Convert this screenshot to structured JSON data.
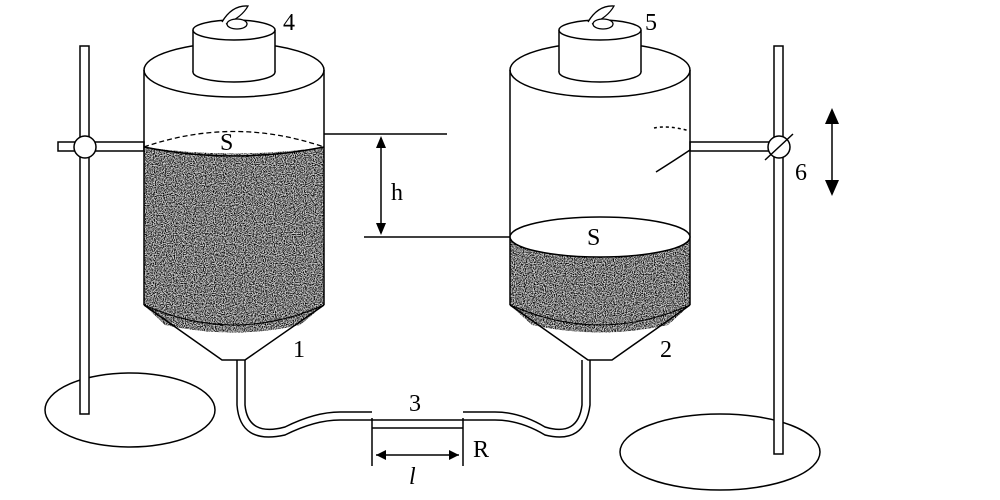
{
  "labels": {
    "vessel_1": "1",
    "vessel_2": "2",
    "tube": "3",
    "cap_left": "4",
    "cap_right": "5",
    "clamp_right": "6",
    "surface_left": "S",
    "surface_right": "S",
    "height_difference": "h",
    "tube_length": "l",
    "tube_resistance": "R"
  },
  "colors": {
    "ink": "#000000",
    "background": "#ffffff"
  }
}
